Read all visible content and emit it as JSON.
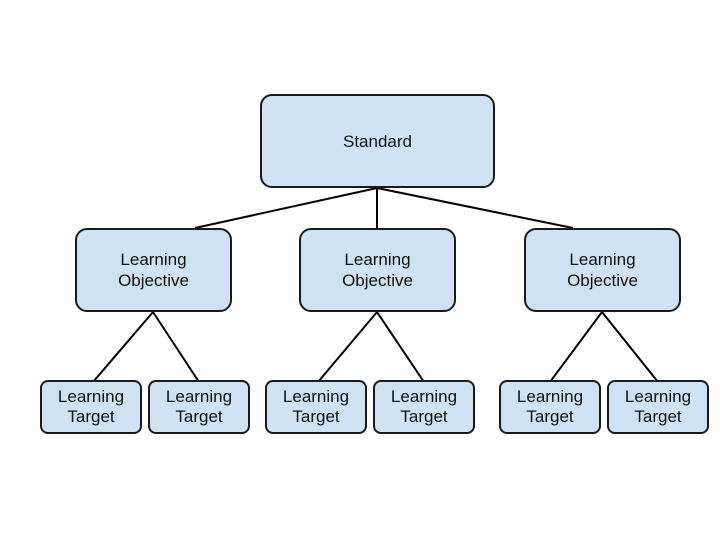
{
  "diagram": {
    "standard": {
      "label": "Standard"
    },
    "objectives": [
      {
        "line1": "Learning",
        "line2": "Objective",
        "targets": [
          {
            "line1": "Learning",
            "line2": "Target"
          },
          {
            "line1": "Learning",
            "line2": "Target"
          }
        ]
      },
      {
        "line1": "Learning",
        "line2": "Objective",
        "targets": [
          {
            "line1": "Learning",
            "line2": "Target"
          },
          {
            "line1": "Learning",
            "line2": "Target"
          }
        ]
      },
      {
        "line1": "Learning",
        "line2": "Objective",
        "targets": [
          {
            "line1": "Learning",
            "line2": "Target"
          },
          {
            "line1": "Learning",
            "line2": "Target"
          }
        ]
      }
    ],
    "colors": {
      "node_fill": "#cfe2f3",
      "node_border": "#1a1a1a",
      "connector": "#000000"
    }
  }
}
